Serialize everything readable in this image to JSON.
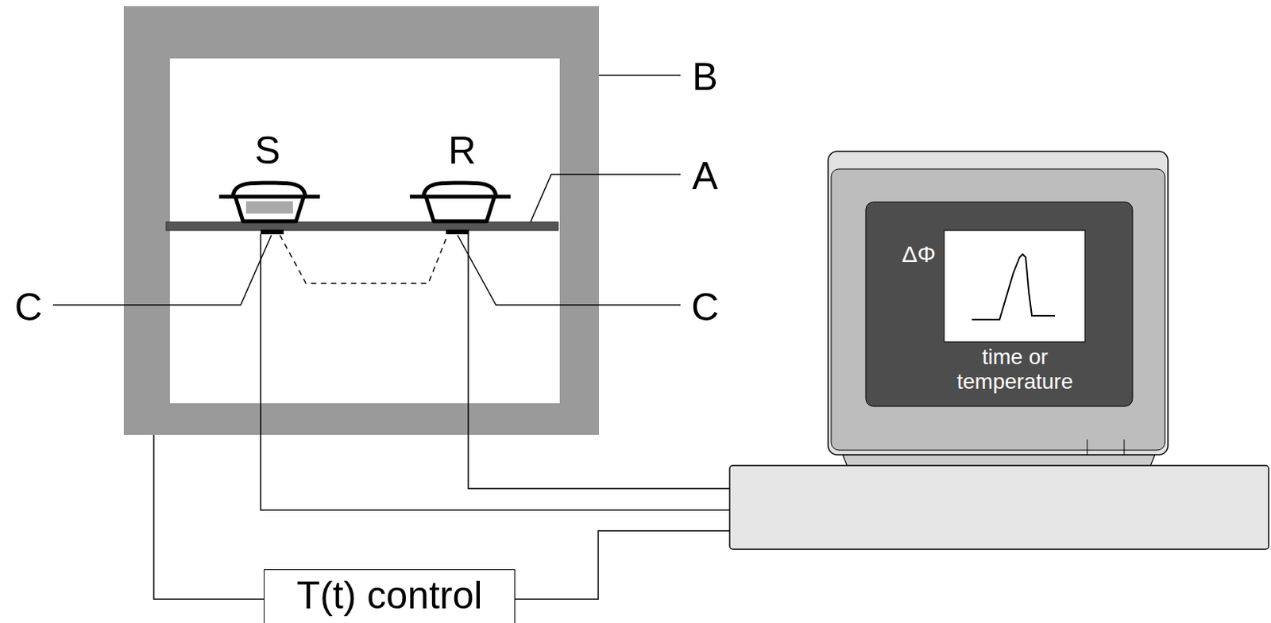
{
  "diagram": {
    "nodes": [
      {
        "text": [
          "T(t) control"
        ]
      }
    ],
    "labels": [
      "S",
      "R",
      "A",
      "B",
      "C",
      "C",
      "ΔΦ",
      "time or temperature"
    ]
  }
}
